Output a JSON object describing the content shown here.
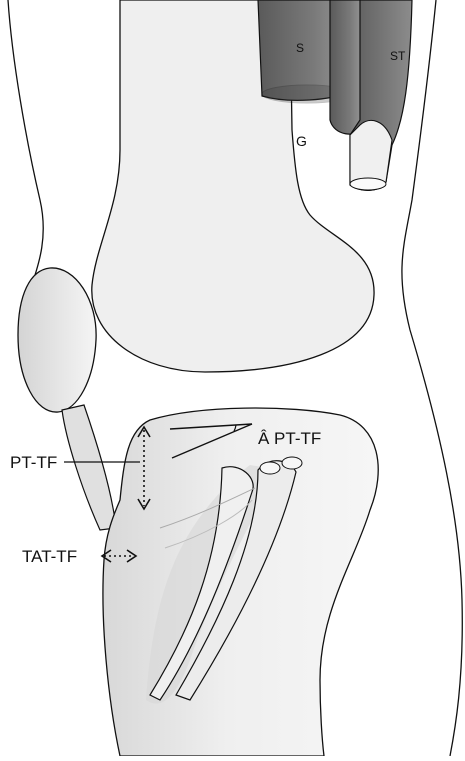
{
  "labels": {
    "sartorius": "S",
    "semitendinosus": "ST",
    "gracilis": "G",
    "angle": "Â PT-TF",
    "pt_tf": "PT-TF",
    "tat_tf": "TAT-TF"
  },
  "colors": {
    "background": "#ffffff",
    "bone_fill": "#efefef",
    "outline": "#111111",
    "tendon_dark": "#6a6a6a",
    "tendon_light": "#e8e8e8"
  },
  "icons": {
    "double_arrow_vertical": "dotted-double-arrow",
    "double_arrow_horizontal": "dotted-double-arrow"
  }
}
